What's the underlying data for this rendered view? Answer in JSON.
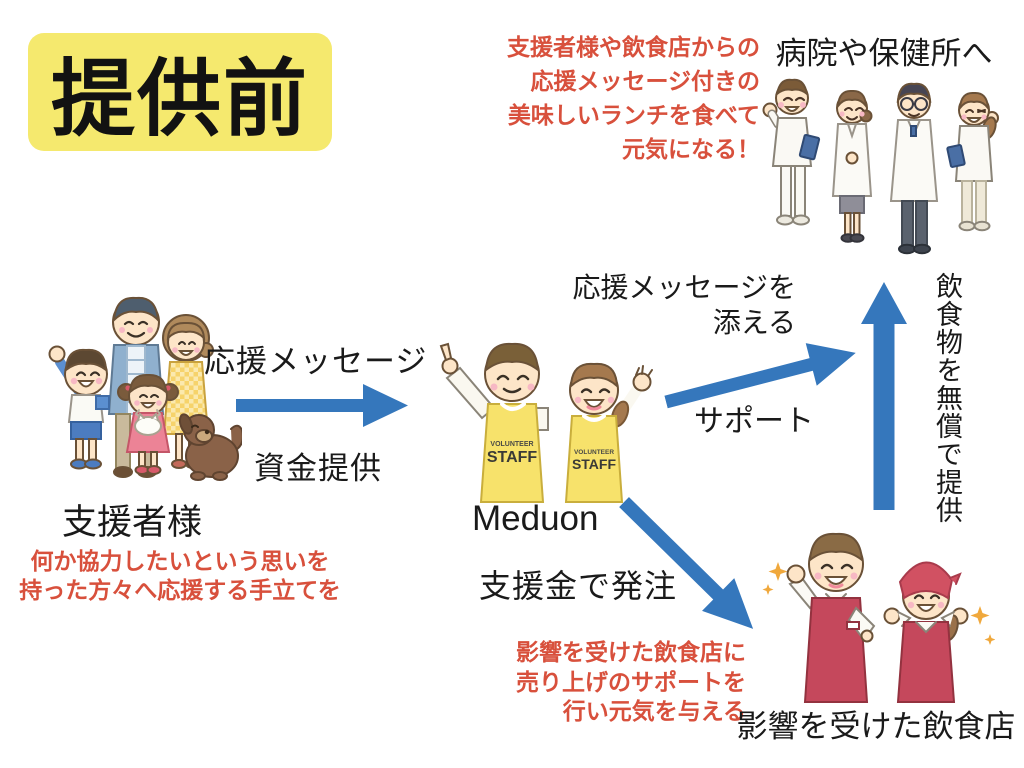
{
  "stage_label": "提供前",
  "colors": {
    "arrow_blue": "#3577BC",
    "highlight_yellow": "#F5E96E",
    "note_red": "#D8503C"
  },
  "top_note": {
    "lines": [
      "支援者様や飲食店からの",
      "応援メッセージ付きの",
      "美味しいランチを食べて",
      "元気になる！"
    ]
  },
  "hospital": {
    "label": "病院や保健所へ"
  },
  "supporter": {
    "label": "支援者様",
    "note_lines": [
      "何か協力したいという思いを",
      "持った方々へ応援する手立てを"
    ]
  },
  "meduon": {
    "label": "Meduon",
    "vest": {
      "line1": "VOLUNTEER",
      "line2": "STAFF"
    }
  },
  "restaurant": {
    "label": "影響を受けた飲食店",
    "note_lines": [
      "影響を受けた飲食店に",
      "売り上げのサポートを",
      "行い元気を与える"
    ]
  },
  "flows": {
    "message": {
      "top": "応援メッセージ",
      "bottom": "資金提供"
    },
    "attach": {
      "lines": [
        "応援メッセージを",
        "添える"
      ]
    },
    "support": {
      "label": "サポート"
    },
    "free_food": {
      "label": "飲食物を無償で提供"
    },
    "order": {
      "label": "支援金で発注"
    }
  }
}
